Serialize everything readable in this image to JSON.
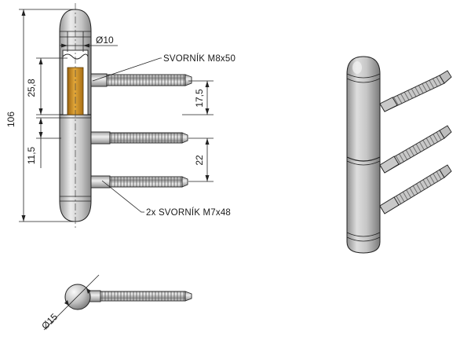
{
  "labels": {
    "pin_top": "SVORNÍK M8x50",
    "pin_bottom": "2x SVORNÍK M7x48"
  },
  "dimensions": {
    "total_height": "106",
    "upper_sleeve": "25,8",
    "lower_offset": "11,5",
    "pin_spacing_top": "17,5",
    "pin_spacing_bottom": "22",
    "diameter_body": "Ø10",
    "diameter_head": "Ø15"
  },
  "colors": {
    "metal_light": "#e4e4e4",
    "metal_mid": "#b9b9b9",
    "metal_dark": "#7c7c7c",
    "brass": "#c98a1e",
    "line": "#222222"
  }
}
